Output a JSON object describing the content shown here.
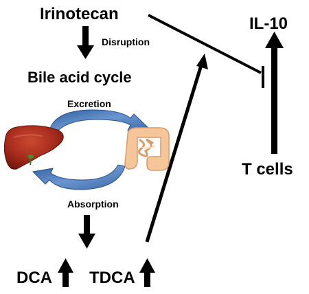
{
  "nodes": {
    "irinotecan": "Irinotecan",
    "il10": "IL-10",
    "bile_acid_cycle": "Bile acid cycle",
    "t_cells": "T cells",
    "dca": "DCA",
    "tdca": "TDCA"
  },
  "edges": {
    "disruption": "Disruption",
    "excretion": "Excretion",
    "absorption": "Absorption"
  },
  "icons": {
    "organ_left": "liver-icon",
    "organ_right": "intestine-icon"
  },
  "colors": {
    "cycle_arrow": "#4a72b0",
    "liver": "#a52a1a",
    "intestine": "#f4c69a"
  }
}
